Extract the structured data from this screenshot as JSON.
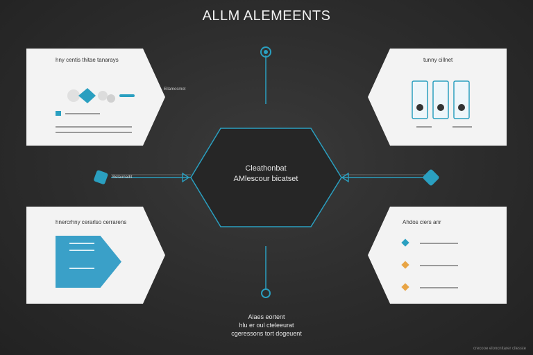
{
  "title": "ALLM ALEMEENTS",
  "center": {
    "line1": "Cleathonbat",
    "line2": "AMlescour bicatset"
  },
  "caption": {
    "line1": "Alaes eortent",
    "line2": "hlu er oul cteleeurat",
    "line3": "cgeressons tort dogeuent"
  },
  "panels": {
    "top_left": {
      "title": "hny centis thitae tanarays"
    },
    "top_right": {
      "title": "tunny cillnet"
    },
    "bottom_left": {
      "title": "hnercrhny cerarlso cerrarens"
    },
    "bottom_right": {
      "title": "Ahdos ciers anr"
    }
  },
  "side_labels": {
    "left": "Belaunadit",
    "top_left": "Ellamosmot"
  },
  "footer": "crecooe eloncnitarer ciiesste",
  "colors": {
    "accent": "#2a9fc0",
    "orange": "#e8a444",
    "background": "#2c2c2c",
    "panel": "#f3f3f3"
  }
}
